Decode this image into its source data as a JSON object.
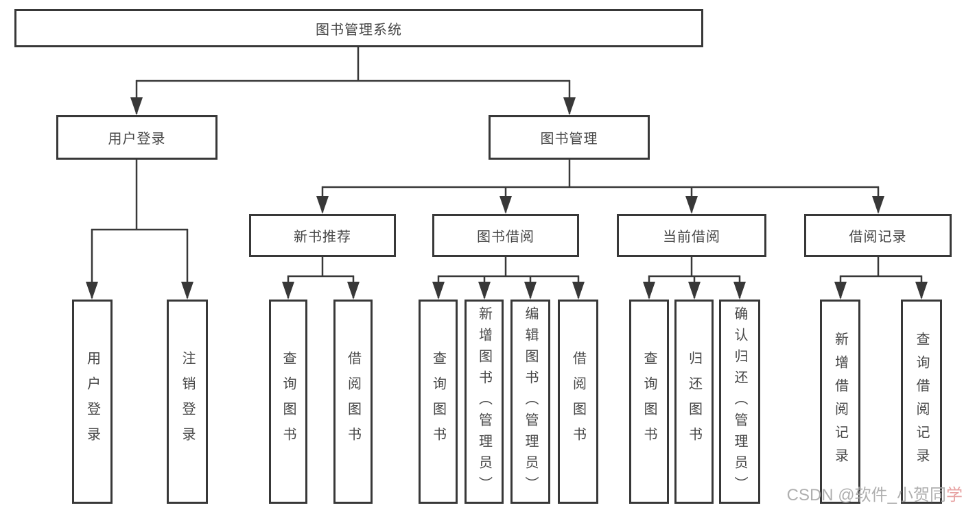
{
  "diagram": {
    "title": "图书管理系统",
    "nodes": {
      "root": "图书管理系统",
      "level2": [
        "用户登录",
        "图书管理"
      ],
      "level3": [
        "新书推荐",
        "图书借阅",
        "当前借阅",
        "借阅记录"
      ],
      "leaves": [
        "用户登录",
        "注销登录",
        "查询图书",
        "借阅图书",
        "查询图书",
        "新增图书（管理员）",
        "编辑图书（管理员）",
        "借阅图书",
        "查询图书",
        "归还图书",
        "确认归还（管理员）",
        "新增借阅记录",
        "查询借阅记录"
      ]
    },
    "colors": {
      "line": "#383838",
      "text": "#474747",
      "background": "#ffffff",
      "watermark_gray": "#a8a8a8",
      "watermark_pink": "#e7a2a2"
    }
  },
  "watermark": {
    "prefix": "CSDN @软件_小贺同",
    "suffix": "学"
  }
}
